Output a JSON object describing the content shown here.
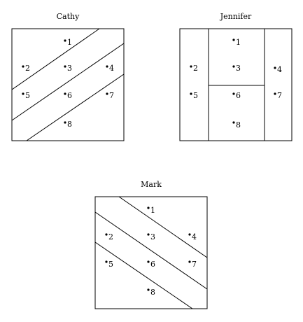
{
  "panels": [
    {
      "id": "cathy",
      "title": "Cathy",
      "points": [
        {
          "label": "1"
        },
        {
          "label": "2"
        },
        {
          "label": "3"
        },
        {
          "label": "4"
        },
        {
          "label": "5"
        },
        {
          "label": "6"
        },
        {
          "label": "7"
        },
        {
          "label": "8"
        }
      ]
    },
    {
      "id": "jennifer",
      "title": "Jennifer",
      "points": [
        {
          "label": "1"
        },
        {
          "label": "2"
        },
        {
          "label": "3"
        },
        {
          "label": "4"
        },
        {
          "label": "5"
        },
        {
          "label": "6"
        },
        {
          "label": "7"
        },
        {
          "label": "8"
        }
      ]
    },
    {
      "id": "mark",
      "title": "Mark",
      "points": [
        {
          "label": "1"
        },
        {
          "label": "2"
        },
        {
          "label": "3"
        },
        {
          "label": "4"
        },
        {
          "label": "5"
        },
        {
          "label": "6"
        },
        {
          "label": "7"
        },
        {
          "label": "8"
        }
      ]
    }
  ]
}
